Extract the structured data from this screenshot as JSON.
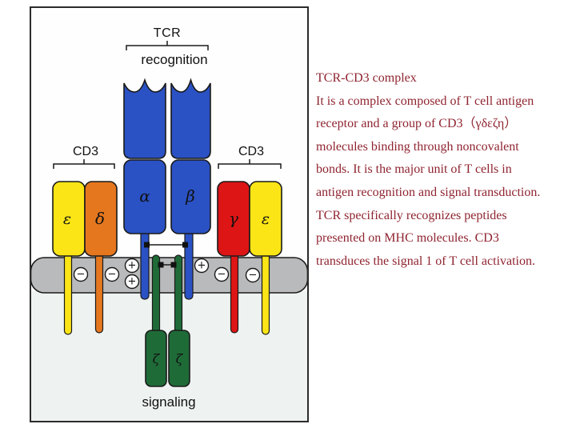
{
  "diagram": {
    "top_label": "TCR",
    "recognition_label": "recognition",
    "signaling_label": "signaling",
    "cd3_left_label": "CD3",
    "cd3_right_label": "CD3",
    "subunits": {
      "epsilon_left": "ε",
      "delta": "δ",
      "alpha": "α",
      "beta": "β",
      "gamma": "γ",
      "epsilon_right": "ε",
      "zeta_left": "ζ",
      "zeta_right": "ζ"
    },
    "charges": [
      {
        "sign": "−"
      },
      {
        "sign": "−"
      },
      {
        "sign": "+"
      },
      {
        "sign": "+"
      },
      {
        "sign": "+"
      },
      {
        "sign": "−"
      },
      {
        "sign": "−"
      }
    ],
    "colors": {
      "tcr_blue": "#2a52c4",
      "epsilon_yellow": "#fbe516",
      "delta_orange": "#e5771e",
      "gamma_red": "#dd1515",
      "zeta_green": "#1f6b38",
      "membrane_gray": "#b9babb",
      "cytoplasm": "#eef3f1",
      "outline": "#1a1a1a"
    }
  },
  "text_panel": {
    "color": "#8f2430",
    "title": "TCR-CD3 complex",
    "lines": [
      "It is a complex composed of T cell antigen",
      "receptor and a group of CD3（γδεζη）",
      "molecules binding through noncovalent",
      "bonds. It is the major unit of T cells in",
      "antigen recognition and signal transduction.",
      "TCR specifically recognizes peptides",
      "presented on MHC molecules. CD3",
      "transduces the signal 1 of T cell activation."
    ]
  }
}
